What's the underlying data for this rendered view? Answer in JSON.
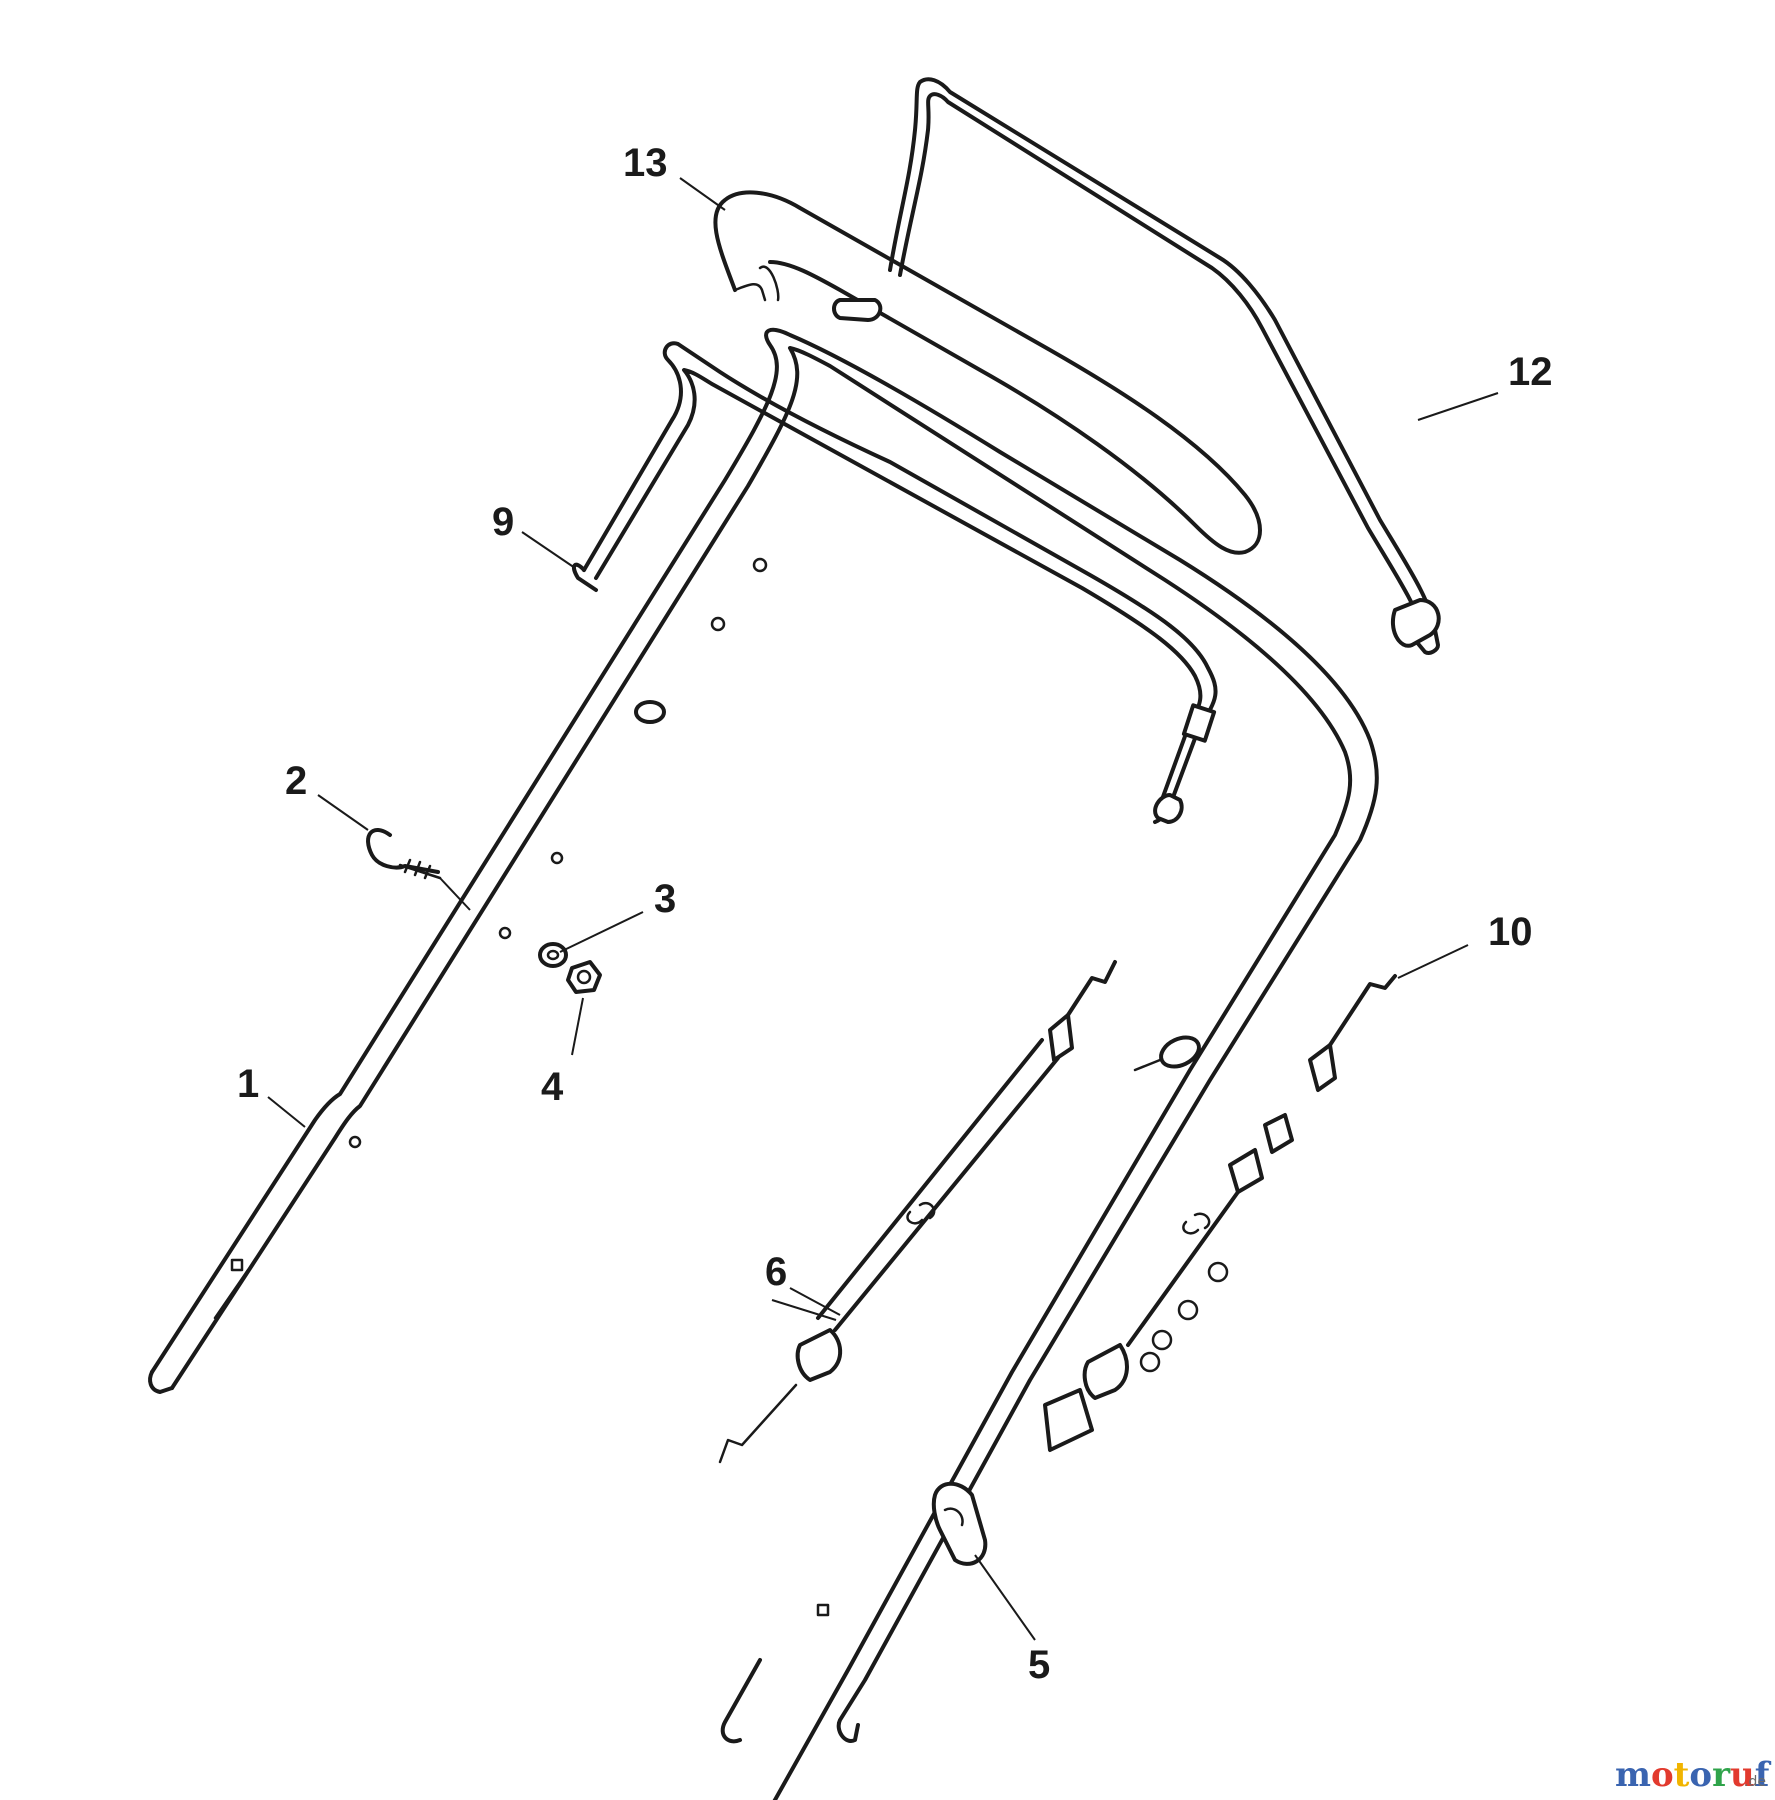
{
  "diagram": {
    "parts": [
      {
        "id": "1",
        "name": "lower-handle-bar"
      },
      {
        "id": "2",
        "name": "hook-bolt"
      },
      {
        "id": "3",
        "name": "washer"
      },
      {
        "id": "4",
        "name": "nut"
      },
      {
        "id": "5",
        "name": "cable-clip"
      },
      {
        "id": "6",
        "name": "control-cable"
      },
      {
        "id": "9",
        "name": "control-bail-lever"
      },
      {
        "id": "10",
        "name": "drive-cable"
      },
      {
        "id": "12",
        "name": "drive-bail-lever"
      },
      {
        "id": "13",
        "name": "handle-grip"
      }
    ]
  },
  "watermark": {
    "brand": "motoruf",
    "suffix": ".de",
    "colors": [
      "#3a64b0",
      "#e23a2e",
      "#f1b400",
      "#3a64b0",
      "#2fa34a",
      "#e23a2e",
      "#3a64b0"
    ]
  }
}
